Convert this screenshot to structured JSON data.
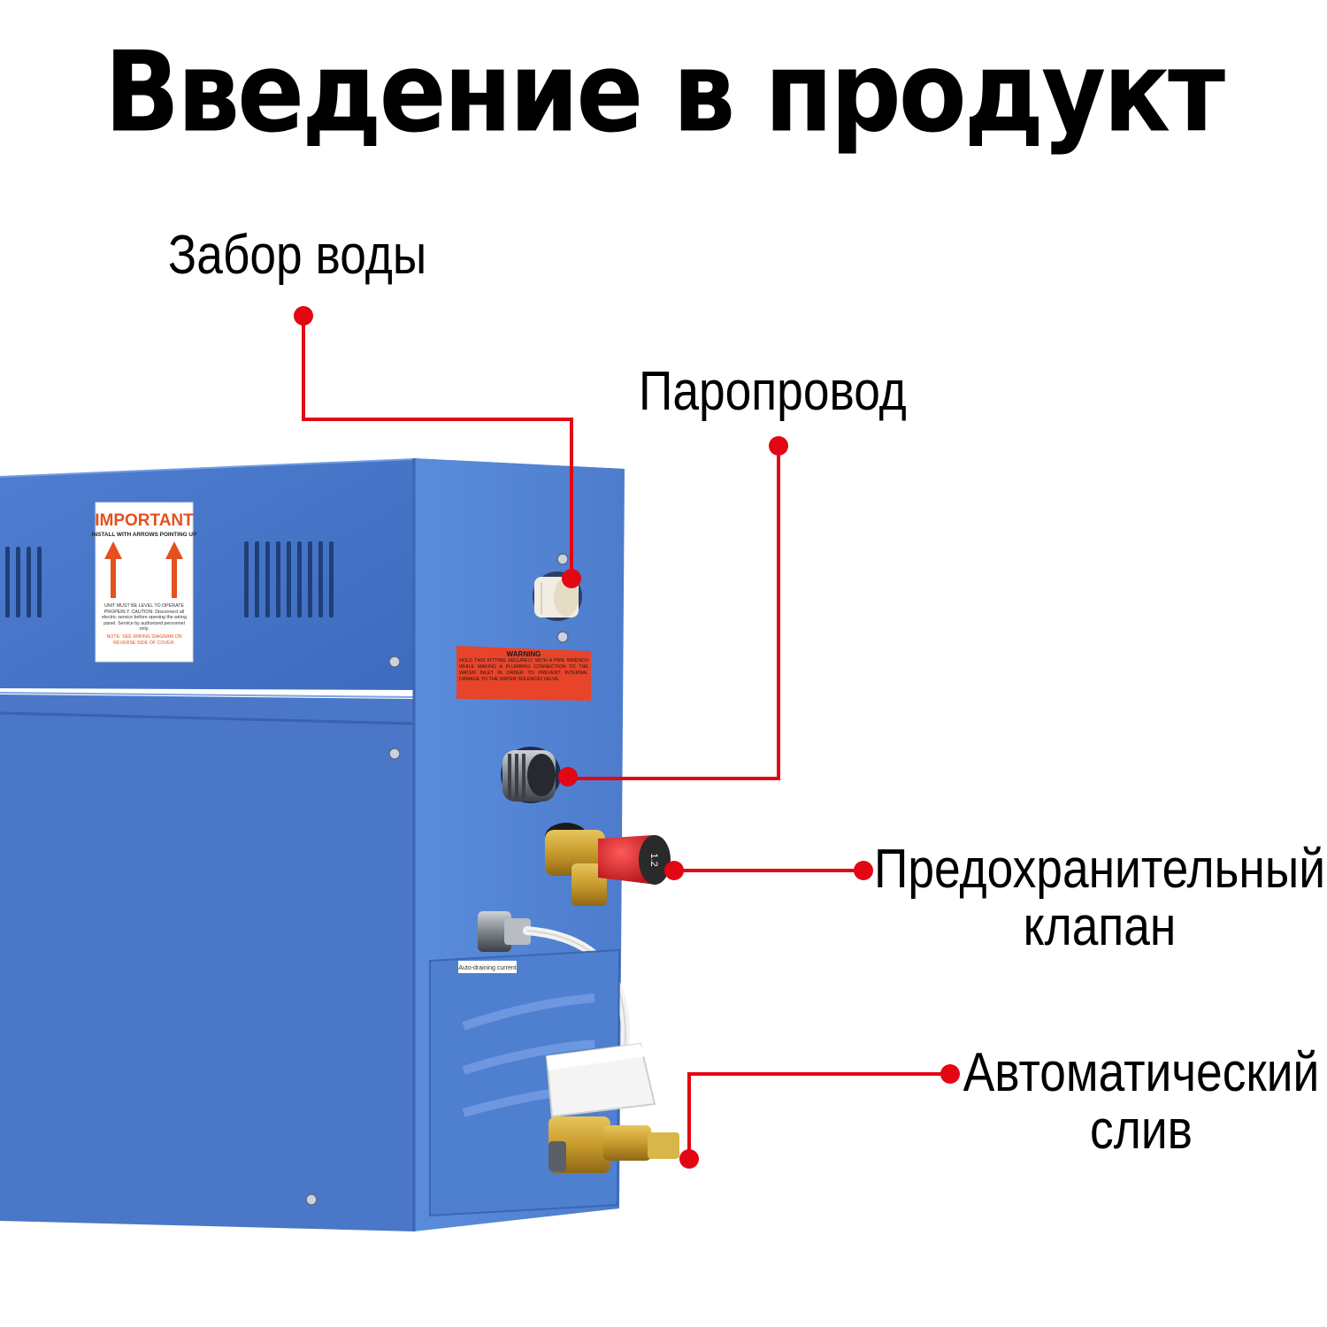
{
  "title": "Введение в продукт",
  "callouts": [
    {
      "id": "water-intake",
      "lines": [
        "Забор воды"
      ]
    },
    {
      "id": "steam-outlet",
      "lines": [
        "Паропровод"
      ]
    },
    {
      "id": "safety-valve",
      "lines": [
        "Предохранительный",
        "клапан"
      ]
    },
    {
      "id": "auto-drain",
      "lines": [
        "Автоматический",
        "слив"
      ]
    }
  ],
  "product": {
    "sticker_important": {
      "heading": "IMPORTANT",
      "subheading": "INSTALL WITH ARROWS POINTING UP",
      "body": "UNIT MUST BE LEVEL TO OPERATE PROPERLY. CAUTION: Disconnect all electric service before opening the wiring panel. Service by authorized personnel only.",
      "note": "NOTE: SEE WIRING DIAGRAM ON REVERSE SIDE OF COVER."
    },
    "sticker_warning": {
      "heading": "WARNING",
      "body": "HOLD THIS FITTING SECURELY WITH A PIPE WRENCH WHILE MAKING A PLUMBING CONNECTION TO THE WATER INLET IN ORDER TO PREVENT INTERNAL DAMAGE TO THE WATER SOLENOID VALVE."
    },
    "drain_panel_label": "Auto-draining current",
    "valve_dial": "1.2"
  },
  "colors": {
    "body": "#4e7fd0",
    "side": "#5f8fdc",
    "callout": "#e30613",
    "brass": "#c9a13a",
    "valve_cap": "#e0262b"
  }
}
